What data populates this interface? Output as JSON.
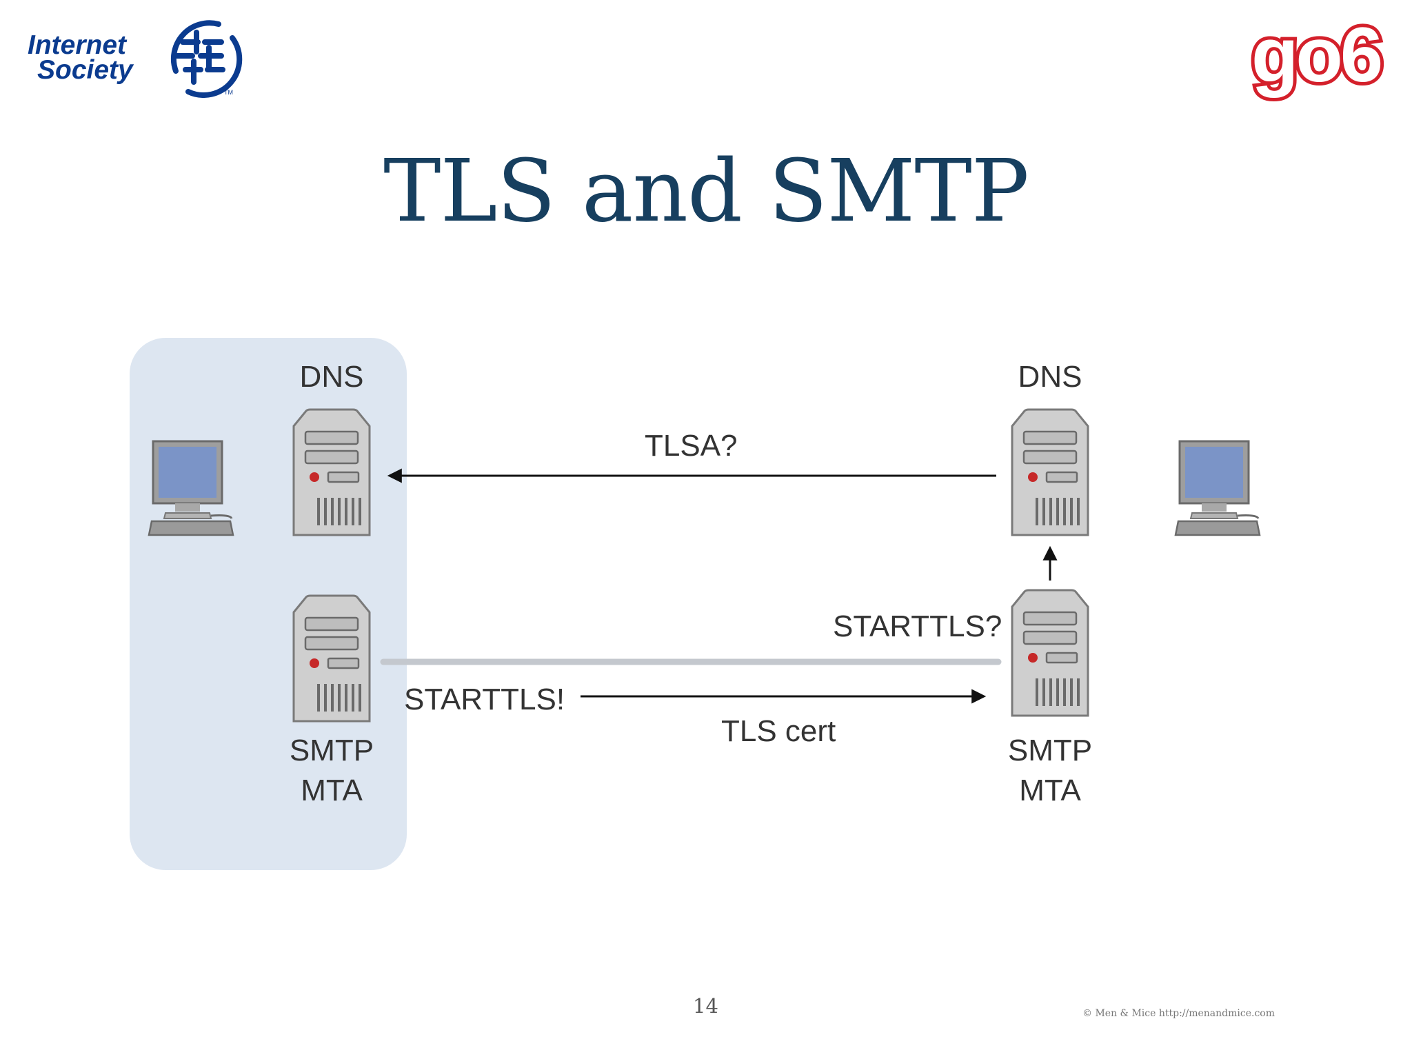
{
  "logos": {
    "isoc_line1": "Internet",
    "isoc_line2": "Society",
    "isoc_tm": "TM",
    "go6": "go6"
  },
  "slide": {
    "title": "TLS and SMTP",
    "page_number": "14",
    "copyright": "© Men & Mice  http://menandmice.com"
  },
  "diagram": {
    "left_dns_label": "DNS",
    "right_dns_label": "DNS",
    "left_mta_label_line1": "SMTP",
    "left_mta_label_line2": "MTA",
    "right_mta_label_line1": "SMTP",
    "right_mta_label_line2": "MTA",
    "tlsa_query": "TLSA?",
    "starttls_query": "STARTTLS?",
    "starttls_reply": "STARTTLS!",
    "tls_cert": "TLS cert"
  },
  "colors": {
    "title": "#173f5f",
    "local_domain_box": "#dde6f1",
    "isoc_blue": "#0b3b8f",
    "go6_red": "#d4202b",
    "server_gray": "#c9c9c9"
  },
  "icons": [
    "computer-icon",
    "server-icon",
    "arrow-icon",
    "globe-logo-icon"
  ]
}
